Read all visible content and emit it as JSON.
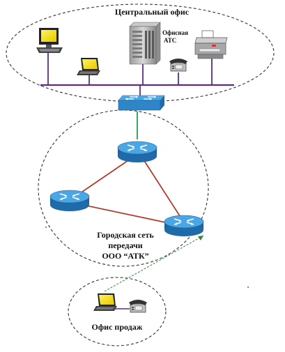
{
  "labels": {
    "central_office": "Центральный офис",
    "pbx_line1": "Офисная",
    "pbx_line2": "АТС",
    "city_line1": "Городская сеть",
    "city_line2": "передачи",
    "city_line3": "ООО “АТК”",
    "sales_office": "Офис продаж"
  },
  "colors": {
    "bus": "#5a2d82",
    "uplink": "#2a9a4a",
    "wan_link": "#b23a2a",
    "vpn_link": "#2a8a3a",
    "router": "#2e86c8",
    "switch": "#2e86c8",
    "boundary": "#333333"
  },
  "icons": [
    "desktop-computer-icon",
    "laptop-icon",
    "pbx-server-icon",
    "telephone-icon",
    "fax-printer-icon",
    "switch-icon",
    "router-icon"
  ]
}
